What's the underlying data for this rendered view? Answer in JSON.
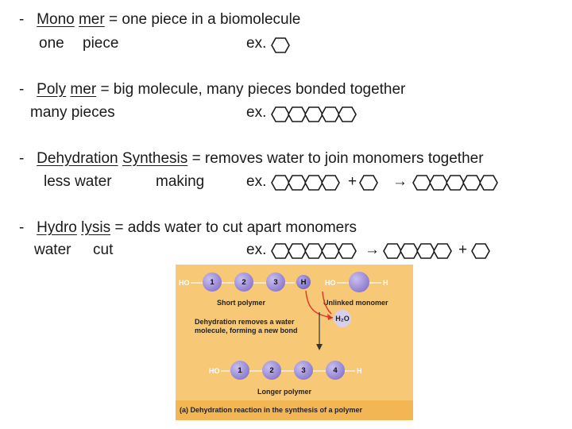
{
  "monomer": {
    "dash": "-",
    "part1": "Mono",
    "part2": "mer",
    "definition": "= one piece in a biomolecule",
    "sub1": "one",
    "sub2": "piece",
    "ex": "ex."
  },
  "polymer": {
    "dash": "-",
    "part1": "Poly",
    "part2": "mer",
    "definition": "= big molecule, many pieces bonded together",
    "sub1": "many pieces",
    "ex": "ex."
  },
  "dehydration": {
    "dash": "-",
    "part1": "Dehydration",
    "part2": "Synthesis",
    "definition": "= removes water to join monomers together",
    "sub1": "less water",
    "sub2": "making",
    "ex": "ex.",
    "plus": "+",
    "arrow": "→"
  },
  "hydrolysis": {
    "dash": "-",
    "part1": "Hydro",
    "part2": "lysis",
    "definition": "= adds water to cut apart monomers",
    "sub1": "water",
    "sub2": "cut",
    "ex": "ex.",
    "arrow": "→",
    "plus": "+"
  },
  "figure": {
    "ho": "HO",
    "h": "H",
    "monomer_numbers": [
      "1",
      "2",
      "3",
      "4"
    ],
    "short_polymer": "Short polymer",
    "unlinked_monomer": "Unlinked monomer",
    "h2o": "H₂O",
    "removal_line1": "Dehydration removes a water",
    "removal_line2": "molecule, forming a new bond",
    "longer_polymer": "Longer polymer",
    "caption": "(a) Dehydration reaction in the synthesis of a polymer",
    "colors": {
      "background": "#f7c977",
      "monomer": "#9f8fd8",
      "hydrogen": "#8f7fd0",
      "caption_band": "#f3b655",
      "arrow": "#e0302a"
    }
  }
}
